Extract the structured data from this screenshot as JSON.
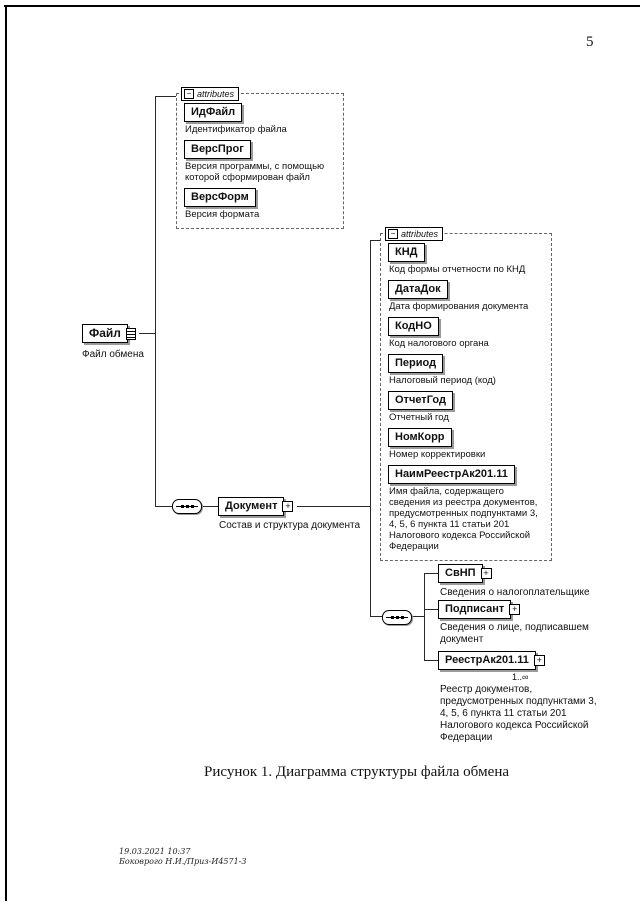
{
  "page": {
    "number": "5",
    "caption": "Рисунок 1. Диаграмма структуры файла обмена",
    "footer": {
      "line1": "19.03.2021 10:37",
      "line2": "Боковрого Н.И./Приз-И4571-3"
    }
  },
  "icons": {
    "collapse": "−",
    "expand": "+"
  },
  "diagram": {
    "root": {
      "name": "Файл",
      "annotation": "Файл обмена"
    },
    "file_attributes": {
      "header": "attributes",
      "items": [
        {
          "name": "ИдФайл",
          "doc": "Идентификатор файла"
        },
        {
          "name": "ВерсПрог",
          "doc": "Версия программы, с помощью которой сформирован файл"
        },
        {
          "name": "ВерсФорм",
          "doc": "Версия формата"
        }
      ]
    },
    "document": {
      "name": "Документ",
      "annotation": "Состав и структура документа"
    },
    "document_attributes": {
      "header": "attributes",
      "items": [
        {
          "name": "КНД",
          "doc": "Код формы отчетности по КНД"
        },
        {
          "name": "ДатаДок",
          "doc": "Дата формирования документа"
        },
        {
          "name": "КодНО",
          "doc": "Код налогового органа"
        },
        {
          "name": "Период",
          "doc": "Налоговый период (код)"
        },
        {
          "name": "ОтчетГод",
          "doc": "Отчетный год"
        },
        {
          "name": "НомКорр",
          "doc": "Номер корректировки"
        },
        {
          "name": "НаимРеестрАк201.11",
          "doc": "Имя файла, содержащего сведения из реестра документов, предусмотренных подпунктами 3, 4, 5, 6 пункта 11 статьи 201 Налогового кодекса Российской Федерации"
        }
      ]
    },
    "children": [
      {
        "name": "СвНП",
        "doc": "Сведения о налогоплательщике"
      },
      {
        "name": "Подписант",
        "doc": "Сведения о лице, подписавшем документ"
      },
      {
        "name": "РеестрАк201.11",
        "multiplicity": "1..∞",
        "doc": "Реестр документов, предусмотренных подпунктами 3, 4, 5, 6 пункта 11 статьи 201 Налогового кодекса Российской Федерации"
      }
    ]
  }
}
